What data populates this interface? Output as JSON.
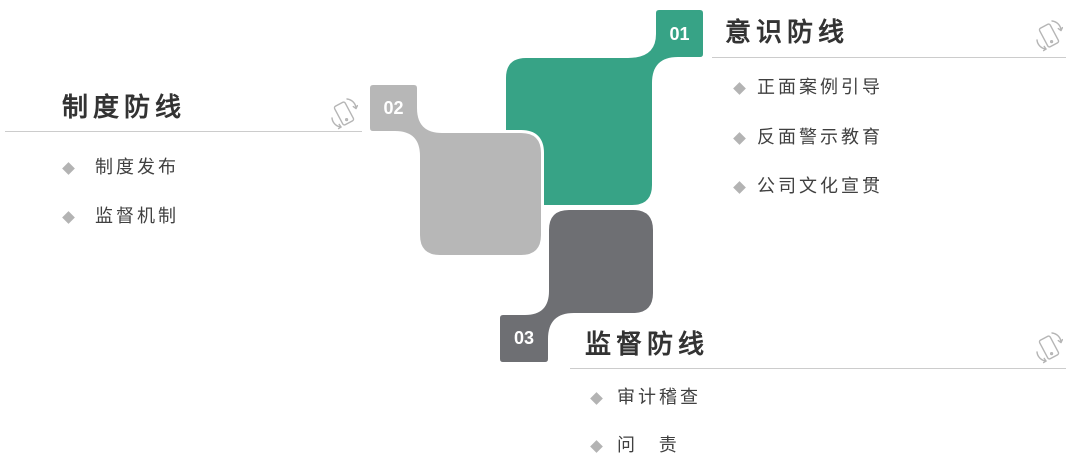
{
  "colors": {
    "green": "#37a386",
    "light_gray": "#b7b7b7",
    "dark_gray": "#6e6f73",
    "title_text": "#333333",
    "body_text": "#404040",
    "bullet": "#b3b3b3",
    "divider": "#cccccc",
    "icon": "#b5b5b5",
    "badge_text": "#ffffff"
  },
  "sections": [
    {
      "number": "01",
      "title": "意识防线",
      "icon": "rotate-phone-icon",
      "items": [
        "正面案例引导",
        "反面警示教育",
        "公司文化宣贯"
      ]
    },
    {
      "number": "02",
      "title": "制度防线",
      "icon": "rotate-phone-icon",
      "items": [
        "制度发布",
        "监督机制"
      ]
    },
    {
      "number": "03",
      "title": "监督防线",
      "icon": "rotate-phone-icon",
      "items": [
        "审计稽查",
        "问 责"
      ]
    }
  ]
}
